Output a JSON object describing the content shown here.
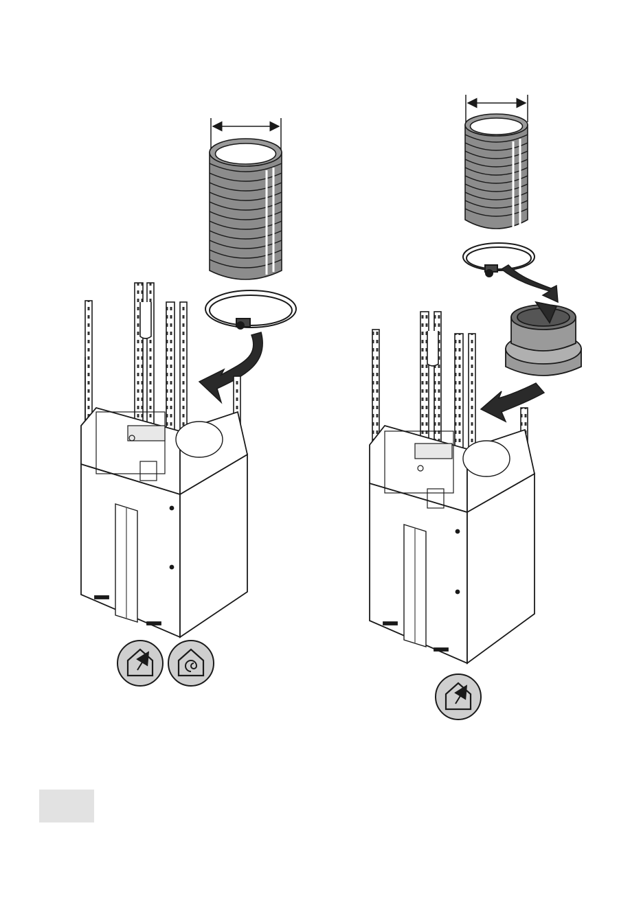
{
  "page": {
    "background": "#ffffff",
    "page_number_tab_color": "#e2e2e2"
  },
  "figures": [
    {
      "name": "left-installation",
      "parts": [
        "flexible-duct",
        "hose-clamp",
        "insert-arrow",
        "chimney-frame",
        "hood-body"
      ],
      "mode_icons": [
        "exhaust-mode-icon",
        "recirculation-mode-icon"
      ]
    },
    {
      "name": "right-installation",
      "parts": [
        "flexible-duct",
        "hose-clamp",
        "duct-reducer-adapter",
        "insert-arrow",
        "chimney-frame",
        "hood-body"
      ],
      "mode_icons": [
        "exhaust-mode-icon"
      ]
    }
  ],
  "colors": {
    "line": "#1a1a1a",
    "duct_fill": "#8c8c8c",
    "duct_rib": "#a3a3a3",
    "adapter_fill": "#9a9a9a",
    "adapter_top": "#6e6e6e",
    "arrow_fill": "#2a2a2a",
    "icon_fill": "#cfcfcf"
  }
}
